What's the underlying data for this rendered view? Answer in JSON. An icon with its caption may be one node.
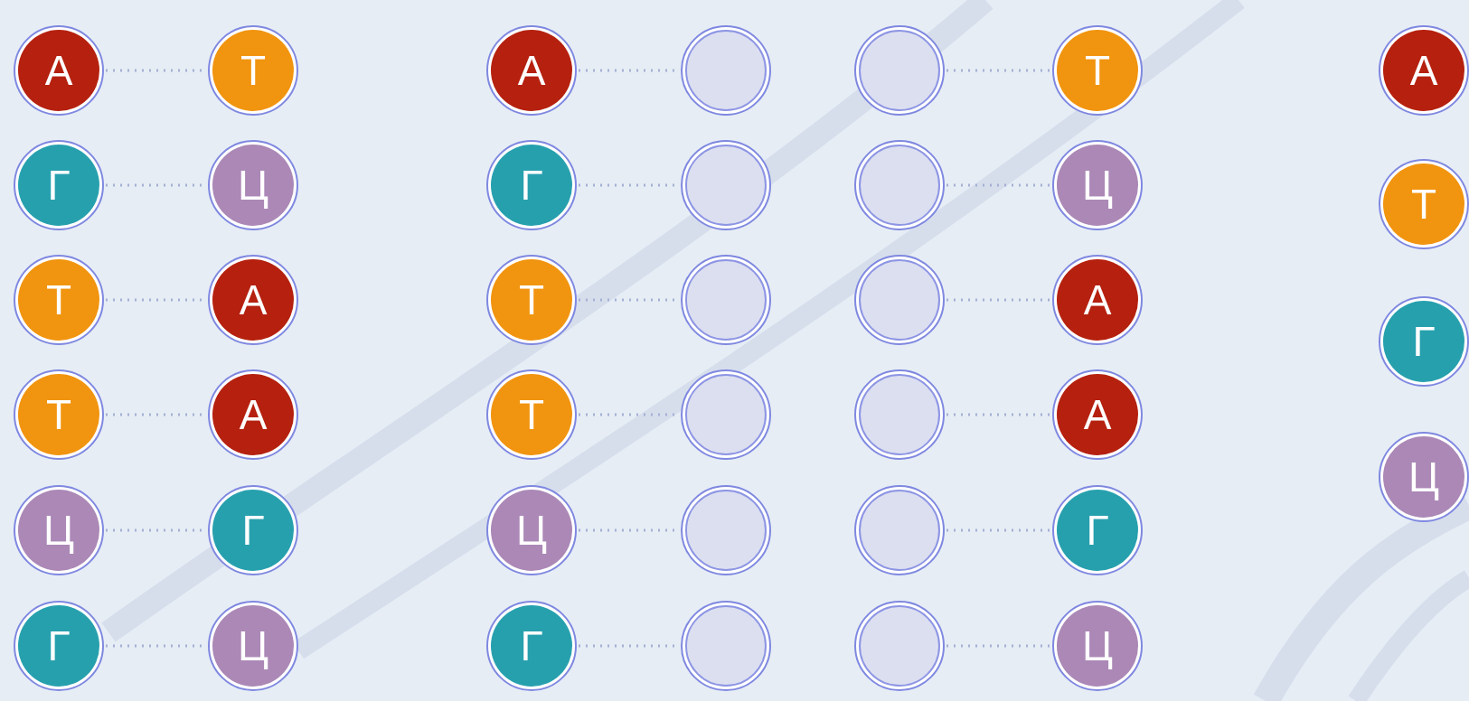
{
  "diagram": {
    "nodes": [
      {
        "text": [
          "А"
        ]
      },
      {
        "text": [
          "Г"
        ]
      },
      {
        "text": [
          "Т"
        ]
      },
      {
        "text": [
          "Т"
        ]
      },
      {
        "text": [
          "Ц"
        ]
      },
      {
        "text": [
          "Г"
        ]
      },
      {
        "text": [
          "Т"
        ]
      },
      {
        "text": [
          "Ц"
        ]
      },
      {
        "text": [
          "А"
        ]
      },
      {
        "text": [
          "А"
        ]
      },
      {
        "text": [
          "Г"
        ]
      },
      {
        "text": [
          "Ц"
        ]
      },
      {
        "text": [
          "А"
        ]
      },
      {
        "text": [
          "Г"
        ]
      },
      {
        "text": [
          "Т"
        ]
      },
      {
        "text": [
          "Т"
        ]
      },
      {
        "text": [
          "Ц"
        ]
      },
      {
        "text": [
          "Г"
        ]
      },
      {
        "text": [],
        "shape": "circle"
      },
      {
        "text": [],
        "shape": "circle"
      },
      {
        "text": [],
        "shape": "circle"
      },
      {
        "text": [],
        "shape": "circle"
      },
      {
        "text": [],
        "shape": "circle"
      },
      {
        "text": [],
        "shape": "circle"
      },
      {
        "text": [],
        "shape": "circle"
      },
      {
        "text": [],
        "shape": "circle"
      },
      {
        "text": [],
        "shape": "circle"
      },
      {
        "text": [],
        "shape": "circle"
      },
      {
        "text": [],
        "shape": "circle"
      },
      {
        "text": [],
        "shape": "circle"
      },
      {
        "text": [
          "Т"
        ]
      },
      {
        "text": [
          "Ц"
        ]
      },
      {
        "text": [
          "А"
        ]
      },
      {
        "text": [
          "А"
        ]
      },
      {
        "text": [
          "Г"
        ]
      },
      {
        "text": [
          "Ц"
        ]
      },
      {
        "text": [
          "А"
        ]
      },
      {
        "text": [
          "Т"
        ]
      },
      {
        "text": [
          "Г"
        ]
      },
      {
        "text": [
          "Ц"
        ]
      }
    ],
    "edges": [
      {
        "from": 0,
        "to": 6,
        "arrow": "none",
        "style": "dashed"
      },
      {
        "from": 1,
        "to": 7,
        "arrow": "none",
        "style": "dashed"
      },
      {
        "from": 2,
        "to": 8,
        "arrow": "none",
        "style": "dashed"
      },
      {
        "from": 3,
        "to": 9,
        "arrow": "none",
        "style": "dashed"
      },
      {
        "from": 4,
        "to": 10,
        "arrow": "none",
        "style": "dashed"
      },
      {
        "from": 5,
        "to": 11,
        "arrow": "none",
        "style": "dashed"
      },
      {
        "from": 12,
        "to": 18,
        "arrow": "none",
        "style": "dashed"
      },
      {
        "from": 13,
        "to": 19,
        "arrow": "none",
        "style": "dashed"
      },
      {
        "from": 14,
        "to": 20,
        "arrow": "none",
        "style": "dashed"
      },
      {
        "from": 15,
        "to": 21,
        "arrow": "none",
        "style": "dashed"
      },
      {
        "from": 16,
        "to": 22,
        "arrow": "none",
        "style": "dashed"
      },
      {
        "from": 17,
        "to": 23,
        "arrow": "none",
        "style": "dashed"
      },
      {
        "from": 24,
        "to": 30,
        "arrow": "none",
        "style": "dashed"
      },
      {
        "from": 25,
        "to": 31,
        "arrow": "none",
        "style": "dashed"
      },
      {
        "from": 26,
        "to": 32,
        "arrow": "none",
        "style": "dashed"
      },
      {
        "from": 27,
        "to": 33,
        "arrow": "none",
        "style": "dashed"
      },
      {
        "from": 28,
        "to": 34,
        "arrow": "none",
        "style": "dashed"
      },
      {
        "from": 29,
        "to": 35,
        "arrow": "none",
        "style": "dashed"
      }
    ]
  }
}
